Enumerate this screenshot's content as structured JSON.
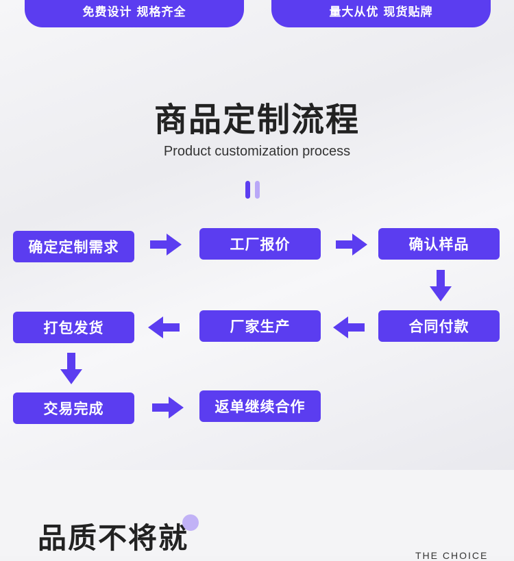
{
  "banner": {
    "left_label": "免费设计  规格齐全",
    "right_label": "量大从优  现货贴牌"
  },
  "process": {
    "title": "商品定制流程",
    "subtitle": "Product customization process",
    "steps": [
      "确定定制需求",
      "工厂报价",
      "确认样品",
      "合同付款",
      "厂家生产",
      "打包发货",
      "交易完成",
      "返单继续合作"
    ]
  },
  "quality": {
    "title": "品质不将就",
    "tag": "THE CHOICE"
  },
  "colors": {
    "accent": "#5b3df0",
    "accent_light": "#b9a8f7",
    "text_dark": "#222222"
  },
  "icons": {
    "arrow": "arrow-right-icon"
  }
}
